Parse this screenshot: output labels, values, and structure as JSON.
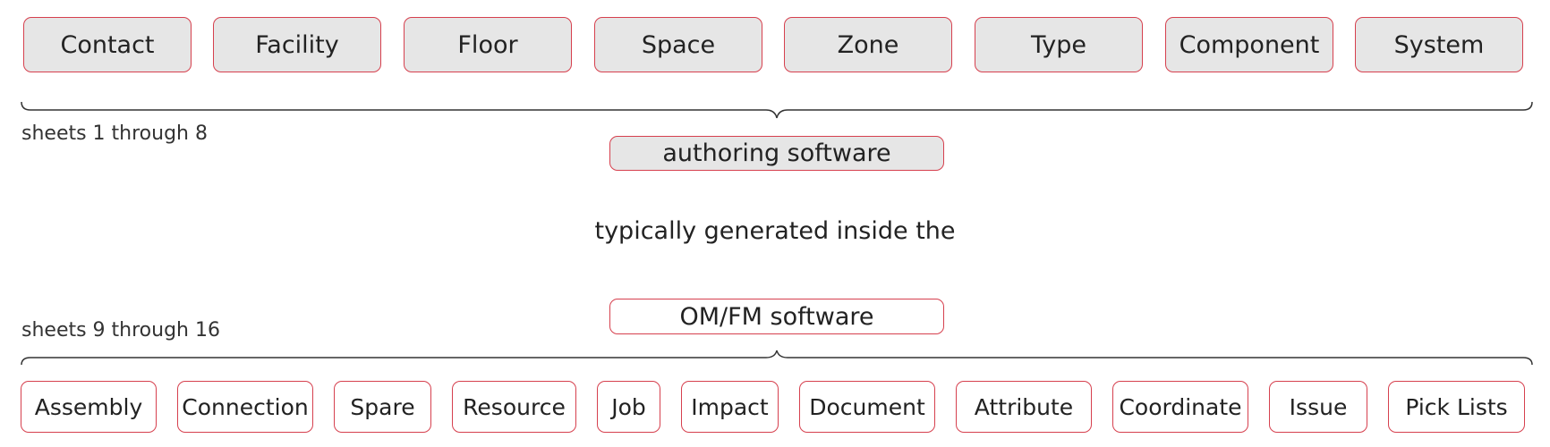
{
  "top_row": {
    "items": [
      "Contact",
      "Facility",
      "Floor",
      "Space",
      "Zone",
      "Type",
      "Component",
      "System"
    ],
    "caption": "sheets 1 through 8",
    "source": "authoring software"
  },
  "middle": {
    "text": "typically generated inside the"
  },
  "bottom_row": {
    "items": [
      "Assembly",
      "Connection",
      "Spare",
      "Resource",
      "Job",
      "Impact",
      "Document",
      "Attribute",
      "Coordinate",
      "Issue",
      "Pick Lists"
    ],
    "caption": "sheets 9 through 16",
    "source": "OM/FM software"
  },
  "colors": {
    "box_border": "#d6404e",
    "top_fill": "#e6e6e6",
    "bottom_fill": "#ffffff"
  }
}
